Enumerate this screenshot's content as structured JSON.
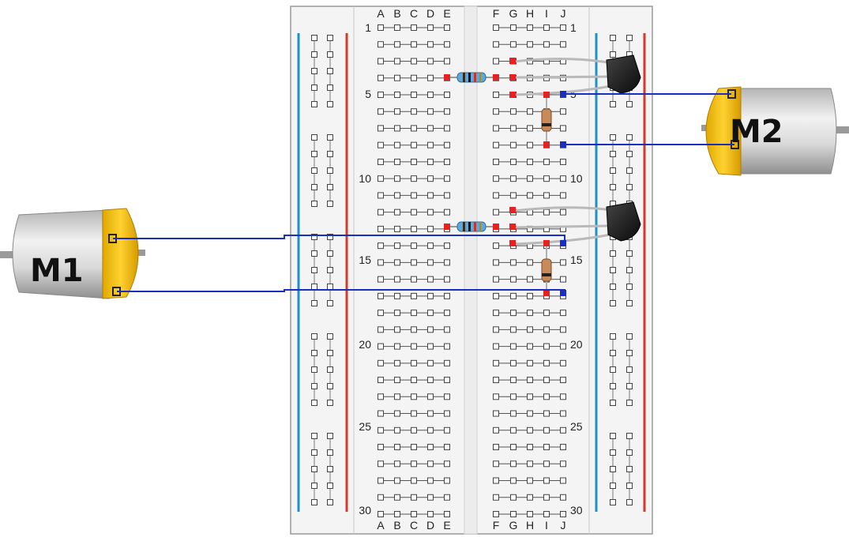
{
  "breadboard": {
    "columns_left": [
      "A",
      "B",
      "C",
      "D",
      "E"
    ],
    "columns_right": [
      "F",
      "G",
      "H",
      "I",
      "J"
    ],
    "row_count": 30,
    "row_numbers": [
      "1",
      "5",
      "10",
      "15",
      "20",
      "25",
      "30"
    ]
  },
  "motors": {
    "m1": "M1",
    "m2": "M2"
  },
  "colors": {
    "rail_blue": "#1e8fc7",
    "rail_red": "#d23a2a",
    "wire": "#1a2fc0",
    "pin_red": "#e52222",
    "pin_blue": "#1a2fc0",
    "motor_body": "#c9c9c9",
    "motor_cap": "#f2c10f"
  }
}
